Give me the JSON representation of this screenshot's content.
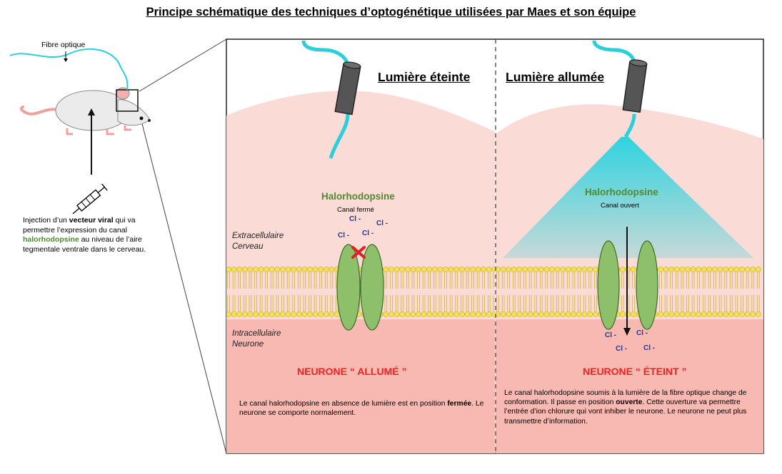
{
  "title": "Principe schématique des techniques d’optogénétique utilisées par Maes et son équipe",
  "mouse_panel": {
    "fibre_label": "Fibre optique",
    "injection": {
      "p1": "Injection d’un ",
      "b1": "vecteur viral",
      "p2": " qui va permettre l’expression du canal ",
      "g1": "halorhodopsine",
      "p3": " au niveau de l’aire tegmentale ventrale dans le cerveau."
    }
  },
  "left": {
    "heading": "Lumière éteinte",
    "extracellular_1": "Extracellulaire",
    "extracellular_2": "Cerveau",
    "intracellular_1": "Intracellulaire",
    "intracellular_2": "Neurone",
    "halo_label": "Halorhodopsine",
    "canal_label": "Canal fermé",
    "ions": [
      "Cl -",
      "Cl -",
      "Cl -",
      "Cl -"
    ],
    "neuron_state": "NEURONE “ ALLUMÉ ”",
    "desc": {
      "p1": "Le canal halorhodopsine en absence de lumière est en position ",
      "b1": "fermée",
      "p2": ". Le neurone se comporte normalement."
    }
  },
  "right": {
    "heading": "Lumière allumée",
    "halo_label": "Halorhodopsine",
    "canal_label": "Canal ouvert",
    "ions": [
      "Cl -",
      "Cl -",
      "Cl -",
      "Cl -"
    ],
    "neuron_state": "NEURONE “ ÉTEINT ”",
    "desc": {
      "p1": "Le canal halorhodopsine soumis à la lumière de la fibre optique change de conformation. Il passe en position ",
      "b1": "ouverte",
      "p2": ". Cette ouverture va permettre l’entrée d’ion chlorure qui vont inhiber le neurone. Le neurone ne peut plus transmettre d’information."
    }
  },
  "colors": {
    "tissue": "#fadbd6",
    "cytoplasm": "#f8b9b2",
    "lipid_head": "#f4e05a",
    "protein": "#8ec06c",
    "protein_stroke": "#3f6b2a",
    "fibre": "#29d0dc",
    "light_cone": "#39d6e0",
    "state_red": "#ee2222",
    "ion_blue": "#27388a"
  }
}
